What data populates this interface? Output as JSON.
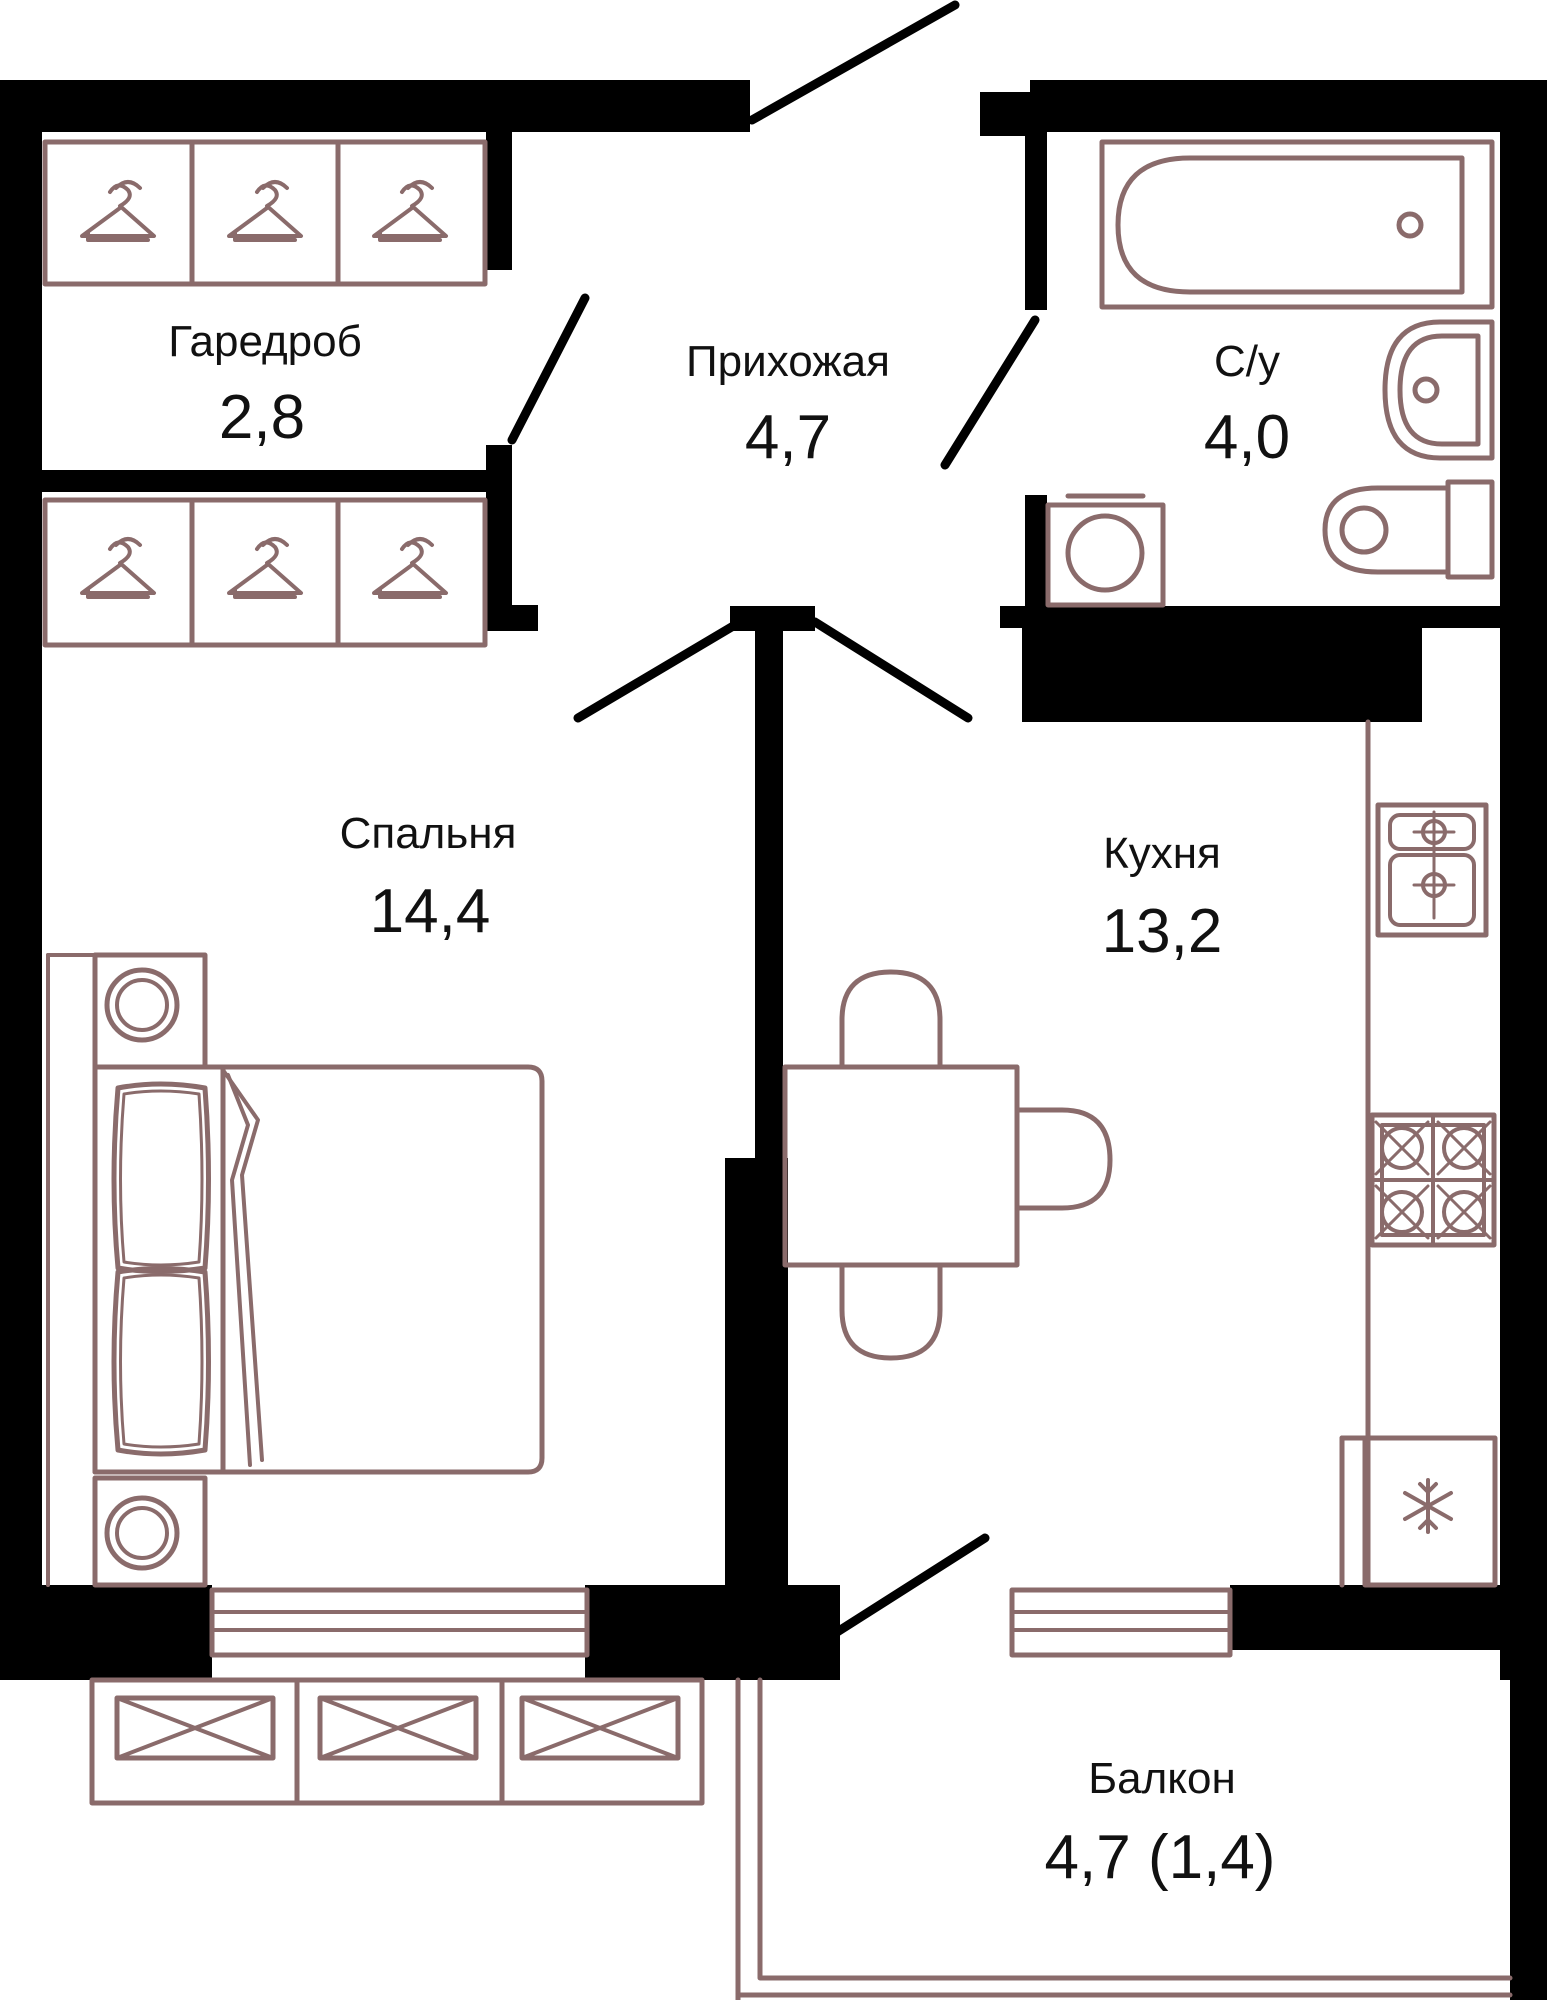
{
  "colors": {
    "wall": "#000000",
    "furniture": "#8a6b6b",
    "background": "#ffffff",
    "text": "#111111"
  },
  "icons": {
    "hanger": "hanger-icon",
    "snowflake": "snowflake-icon",
    "burner": "burner-icon"
  },
  "rooms": {
    "wardrobe": {
      "name": "Гаредроб",
      "area": "2,8"
    },
    "hallway": {
      "name": "Прихожая",
      "area": "4,7"
    },
    "bathroom": {
      "name": "С/у",
      "area": "4,0"
    },
    "bedroom": {
      "name": "Спальня",
      "area": "14,4"
    },
    "kitchen": {
      "name": "Кухня",
      "area": "13,2"
    },
    "balcony": {
      "name": "Балкон",
      "area": "4,7 (1,4)"
    }
  }
}
